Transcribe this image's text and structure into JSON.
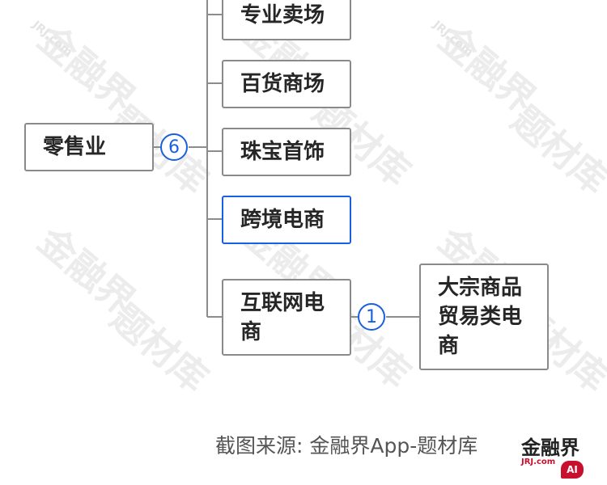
{
  "watermark": {
    "text": "题材库",
    "brand": "金融界",
    "domain": "JRJ.com"
  },
  "root": {
    "label": "零售业",
    "child_count": "6"
  },
  "children": [
    {
      "label": "专业卖场"
    },
    {
      "label": "百货商场"
    },
    {
      "label": "珠宝首饰"
    },
    {
      "label": "跨境电商",
      "selected": true
    },
    {
      "label": "互联网电商",
      "child_count": "1"
    }
  ],
  "grandchild": {
    "label": "大宗商品贸易类电商"
  },
  "footer": {
    "source_text": "截图来源: 金融界App-题材库",
    "logo_text": "金融界",
    "logo_sub": "JRJ.com",
    "ai_badge": "AI"
  },
  "colors": {
    "accent": "#1a5fe0",
    "border": "#8a8a8a",
    "line": "#8c8c8c",
    "logo_red": "#c8102e"
  }
}
